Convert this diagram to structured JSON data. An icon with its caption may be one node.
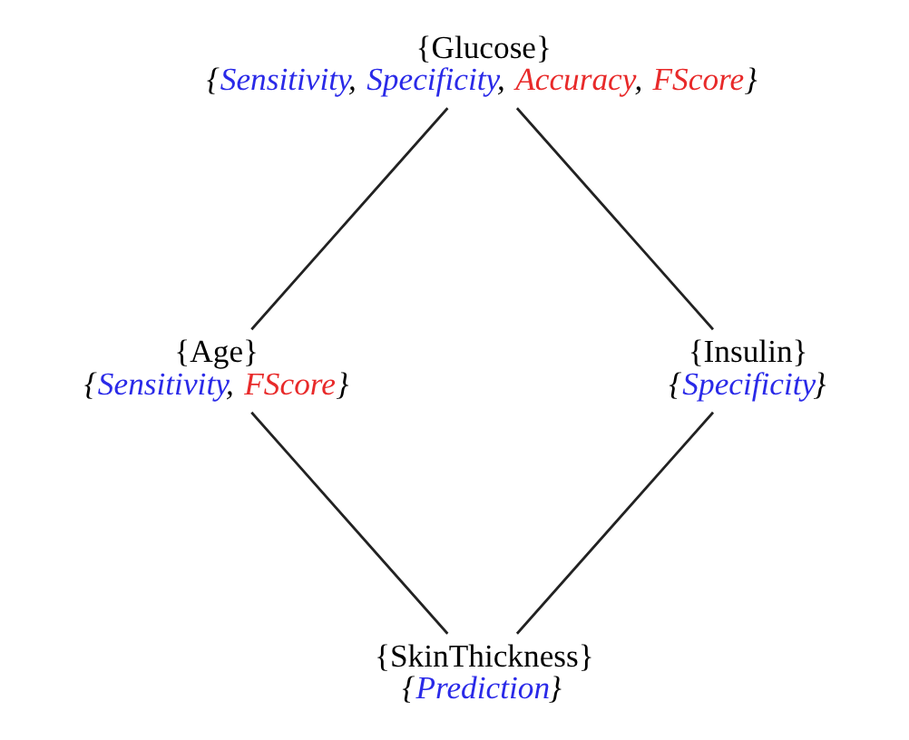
{
  "diagram": {
    "nodes": [
      {
        "text": [
          "{Glucose}",
          "{Sensitivity, Specificity, Accuracy, FScore}"
        ]
      },
      {
        "text": [
          "{Age}",
          "{Sensitivity, FScore}"
        ]
      },
      {
        "text": [
          "{Insulin}",
          "{Specificity}"
        ]
      },
      {
        "text": [
          "{SkinThickness}",
          "{Prediction}"
        ]
      }
    ],
    "edges": [
      {
        "from": 0,
        "to": 1,
        "arrow": "none"
      },
      {
        "from": 0,
        "to": 2,
        "arrow": "none"
      },
      {
        "from": 1,
        "to": 3,
        "arrow": "none"
      },
      {
        "from": 2,
        "to": 3,
        "arrow": "none"
      }
    ]
  }
}
